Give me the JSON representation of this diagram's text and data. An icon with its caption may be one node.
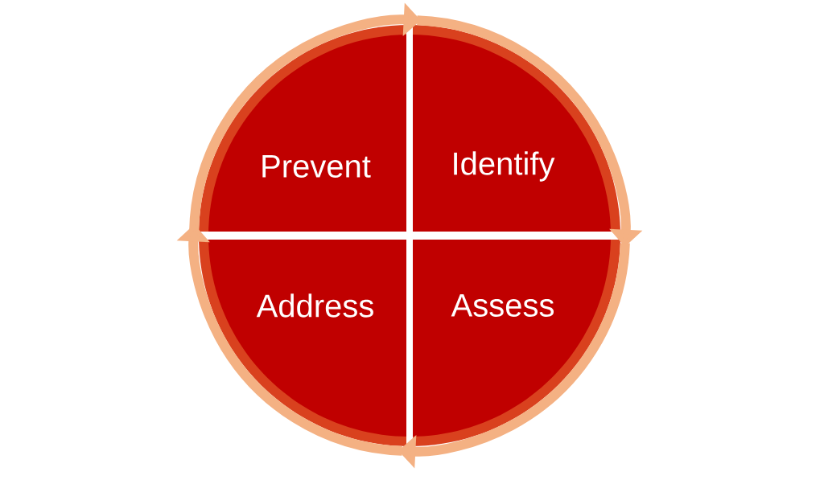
{
  "diagram": {
    "nodes": [
      {
        "text": [
          "Prevent"
        ]
      },
      {
        "text": [
          "Identify"
        ]
      },
      {
        "text": [
          "Address"
        ]
      },
      {
        "text": [
          "Assess"
        ]
      }
    ],
    "edges": [
      {
        "from": 0,
        "to": 1,
        "arrow": "to"
      },
      {
        "from": 1,
        "to": 3,
        "arrow": "to"
      },
      {
        "from": 3,
        "to": 2,
        "arrow": "to"
      },
      {
        "from": 2,
        "to": 0,
        "arrow": "to"
      }
    ]
  }
}
